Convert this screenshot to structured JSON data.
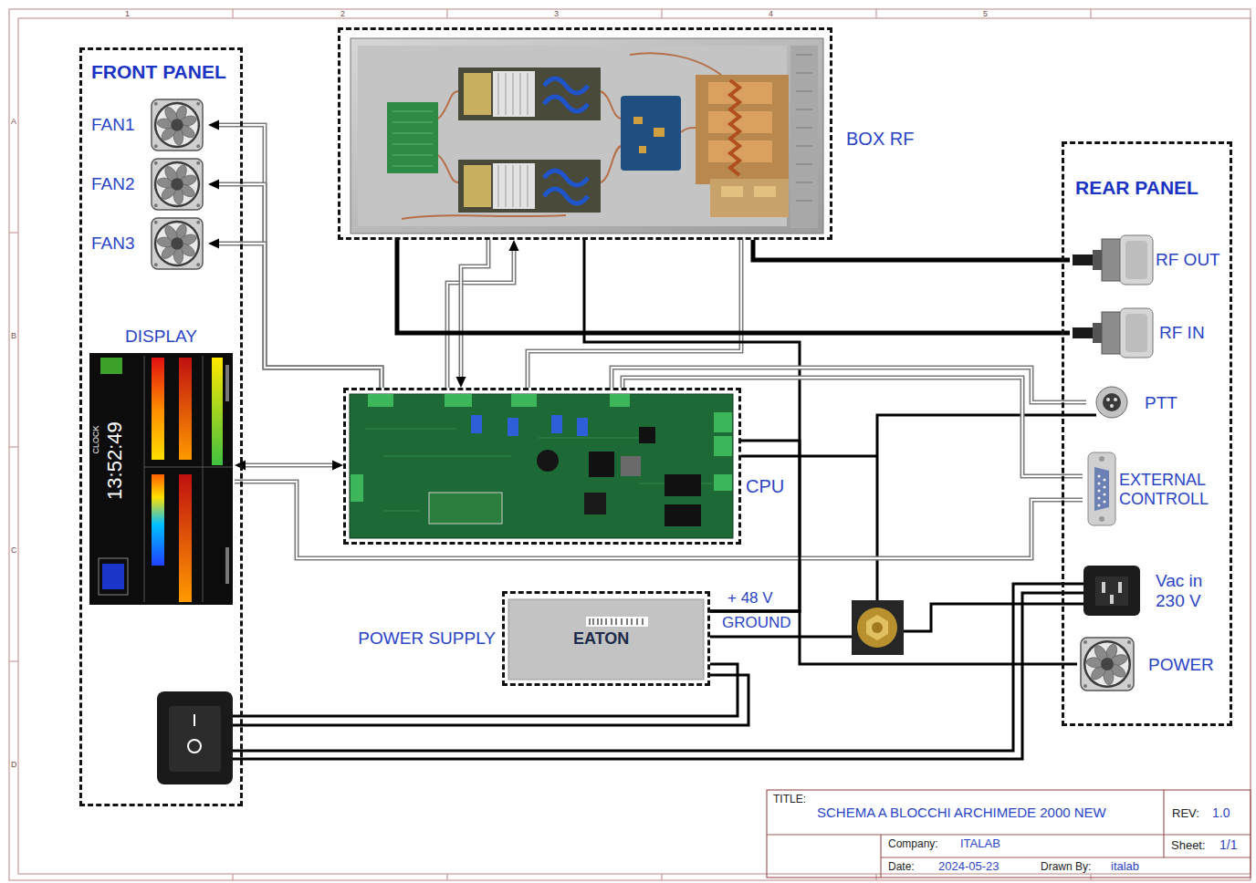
{
  "diagram": {
    "title": "SCHEMA A BLOCCHI ARCHIMEDE 2000 NEW",
    "nodes": [
      {
        "text": [
          "FRONT PANEL"
        ]
      },
      {
        "text": [
          "FAN1"
        ],
        "in": 0
      },
      {
        "text": [
          "FAN2"
        ],
        "in": 0
      },
      {
        "text": [
          "FAN3"
        ],
        "in": 0
      },
      {
        "text": [
          "DISPLAY"
        ],
        "in": 0
      },
      {
        "text": [
          "BOX RF"
        ]
      },
      {
        "text": [
          "CPU"
        ]
      },
      {
        "text": [
          "POWER SUPPLY"
        ]
      },
      {
        "text": [
          "REAR PANEL"
        ]
      },
      {
        "text": [
          "RF OUT"
        ],
        "in": 8
      },
      {
        "text": [
          "RF IN"
        ],
        "in": 8
      },
      {
        "text": [
          "PTT"
        ],
        "in": 8
      },
      {
        "text": [
          "EXTERNAL CONTROLL"
        ],
        "in": 8
      },
      {
        "text": [
          "Vac in 230 V"
        ],
        "in": 8
      },
      {
        "text": [
          "POWER"
        ],
        "in": 8
      }
    ],
    "edges": [
      {
        "from": 6,
        "to": 1,
        "arrow": "to"
      },
      {
        "from": 6,
        "to": 2,
        "arrow": "to"
      },
      {
        "from": 6,
        "to": 3,
        "arrow": "to"
      },
      {
        "from": 4,
        "to": 6,
        "arrow": "both"
      },
      {
        "from": 6,
        "to": 5,
        "arrow": "to"
      },
      {
        "from": 5,
        "to": 6,
        "arrow": "to"
      },
      {
        "from": 6,
        "to": 5,
        "arrow": "none"
      },
      {
        "from": 5,
        "to": 9,
        "arrow": "none"
      },
      {
        "from": 10,
        "to": 5,
        "arrow": "none"
      },
      {
        "from": 7,
        "to": 5,
        "arrow": "none"
      },
      {
        "from": 6,
        "to": 11,
        "arrow": "none"
      },
      {
        "from": 6,
        "to": 12,
        "arrow": "none"
      },
      {
        "from": 4,
        "to": 12,
        "arrow": "none"
      },
      {
        "from": 7,
        "to": 14,
        "arrow": "none"
      },
      {
        "from": 7,
        "to": 6,
        "arrow": "none"
      }
    ],
    "labels": [
      "1",
      "2",
      "3",
      "4",
      "5",
      "A",
      "B",
      "C",
      "D",
      "CLOCK",
      "13:52:49",
      "+ 48 V",
      "GROUND",
      "EATON",
      "TITLE:",
      "REV:",
      "1.0",
      "Company:",
      "ITALAB",
      "Sheet:",
      "1/1",
      "Date:",
      "2024-05-23",
      "Drawn By:",
      "italab"
    ]
  }
}
